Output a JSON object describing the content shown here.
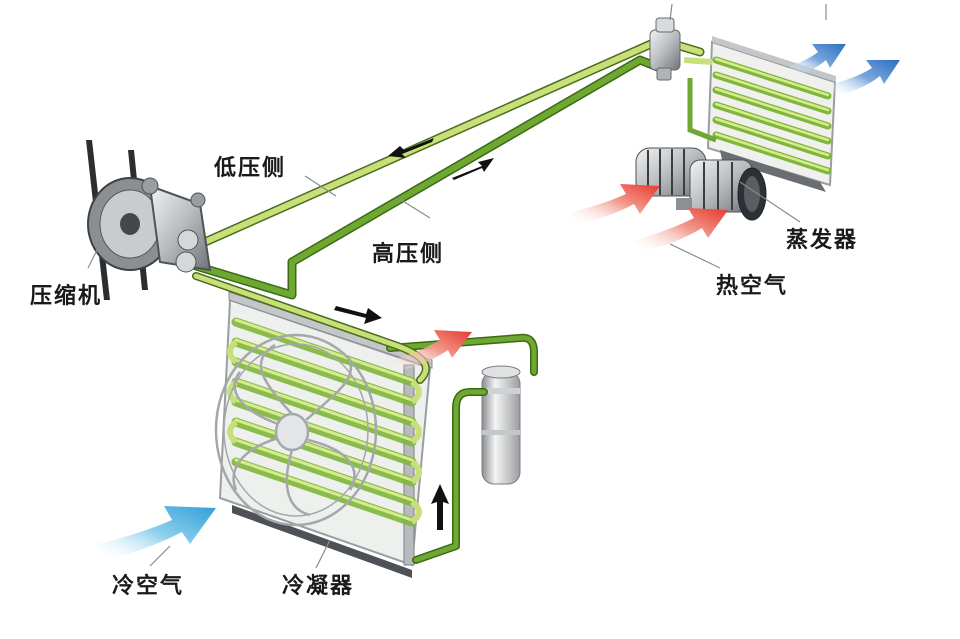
{
  "labels": {
    "low_pressure": "低压侧",
    "high_pressure": "高压侧",
    "compressor": "压缩机",
    "evaporator": "蒸发器",
    "hot_air": "热空气",
    "cold_air": "冷空气",
    "condenser": "冷凝器"
  },
  "colors": {
    "pipe_light": "#c9df7a",
    "pipe_dark": "#5e9a2a",
    "hot_arrow": "#e8362b",
    "cold_arrow": "#3aa7d8",
    "evap_out_arrow": "#2e6fc0"
  },
  "icons": [
    "compressor-icon",
    "condenser-icon",
    "fan-icon",
    "receiver-drier-icon",
    "evaporator-icon",
    "blower-icon",
    "expansion-valve-icon"
  ]
}
